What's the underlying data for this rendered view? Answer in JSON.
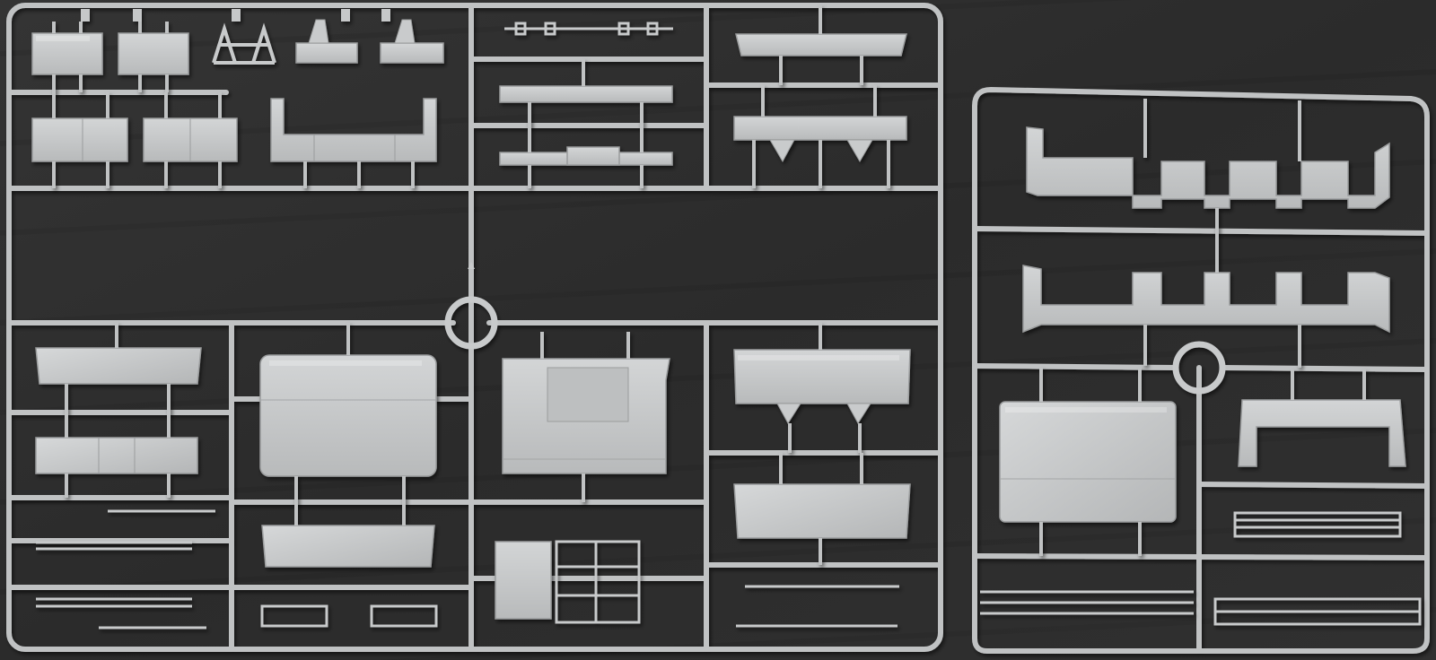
{
  "scene": {
    "subject": "plastic-model-kit-sprues",
    "background_color": "#2d2d2d",
    "plastic_color": "#c4c6c7",
    "plastic_shadow_color": "#8f9293",
    "plastic_highlight_color": "#dcdedf",
    "sprue_frames": [
      {
        "id": "large-sprue",
        "regions": [
          "top-left",
          "top-middle",
          "top-right",
          "bottom-left",
          "bottom-middle-left",
          "bottom-middle-right",
          "bottom-right"
        ]
      },
      {
        "id": "small-sprue",
        "regions": [
          "top",
          "middle",
          "lower-left",
          "lower-right",
          "bottom-left",
          "bottom-right"
        ]
      }
    ]
  }
}
